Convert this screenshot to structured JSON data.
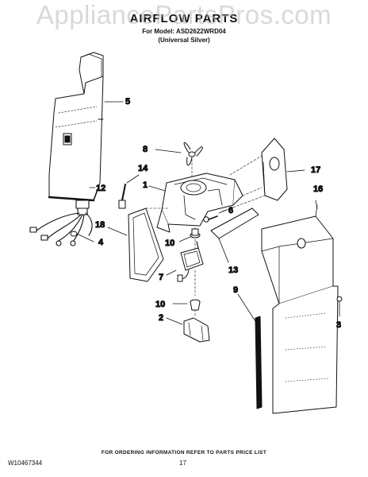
{
  "watermark": "AppliancePartsPros.com",
  "header": {
    "title": "AIRFLOW PARTS",
    "model_line": "For Model: ASD2622WRD04",
    "variant_line": "(Universal Silver)"
  },
  "callouts": [
    "5",
    "8",
    "14",
    "1",
    "12",
    "17",
    "16",
    "6",
    "18",
    "4",
    "10",
    "13",
    "7",
    "9",
    "10",
    "2",
    "3"
  ],
  "footer": {
    "note": "FOR ORDERING INFORMATION REFER TO PARTS PRICE LIST",
    "doc_number": "W10467344",
    "page_number": "17"
  }
}
